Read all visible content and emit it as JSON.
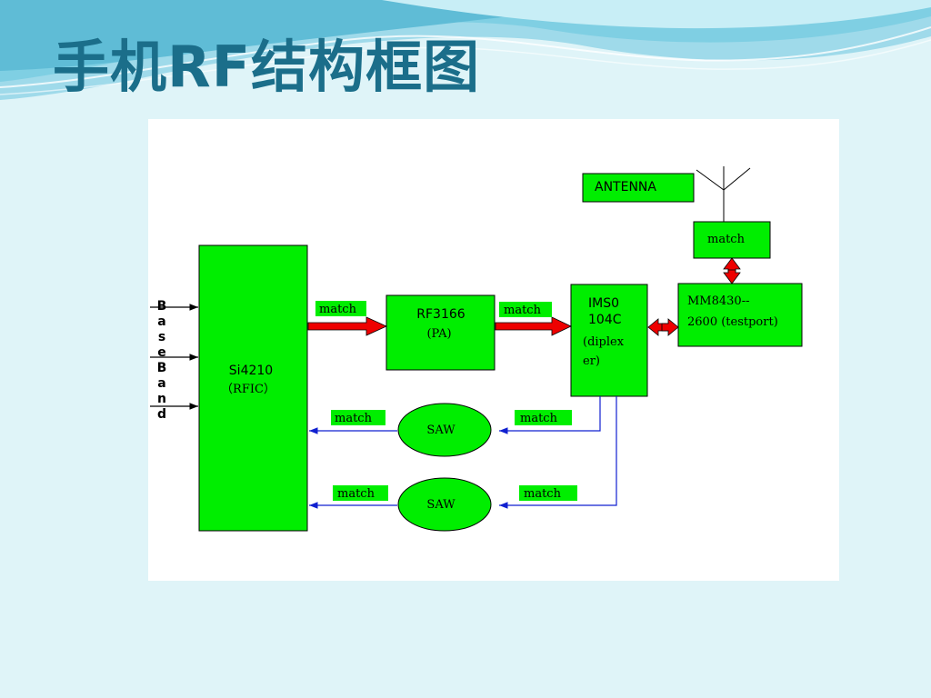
{
  "slide": {
    "title": "手机RF结构框图"
  },
  "colors": {
    "block_fill": "#00ee00",
    "block_stroke": "#000000",
    "red_arrow": "#ee0000",
    "rx_path": "#1020d0",
    "title": "#1b6e8a"
  },
  "diagram": {
    "baseband": [
      "B",
      "a",
      "s",
      "e",
      "B",
      "a",
      "n",
      "d"
    ],
    "antenna_label": "ANTENNA",
    "blocks": {
      "si4210": {
        "name": "Si4210",
        "sub": "（RFIC）"
      },
      "rf3166": {
        "name": "RF3166",
        "sub": "(PA)"
      },
      "ims": {
        "l1": "IMS0",
        "l2": "104C",
        "l3": "(diplex",
        "l4": "er)"
      },
      "mm": {
        "l1": "MM8430--",
        "l2": "2600 (testport)"
      },
      "ant_match": "match"
    },
    "match_labels": [
      "match",
      "match",
      "match",
      "match",
      "match",
      "match"
    ],
    "saw_labels": [
      "SAW",
      "SAW"
    ]
  }
}
